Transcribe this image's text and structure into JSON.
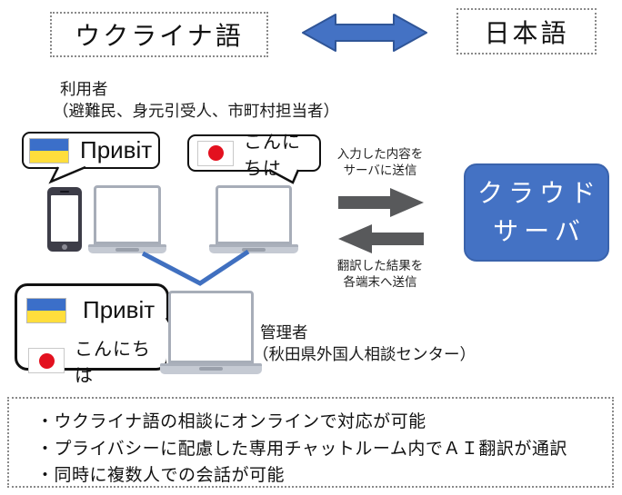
{
  "header": {
    "left_language": "ウクライナ語",
    "right_language": "日本語"
  },
  "users": {
    "label": "利用者",
    "detail": "（避難民、身元引受人、市町村担当者）"
  },
  "greetings": {
    "ukrainian": "Привіт",
    "japanese": "こんにちは"
  },
  "transfer": {
    "upload_line1": "入力した内容を",
    "upload_line2": "サーバに送信",
    "download_line1": "翻訳した結果を",
    "download_line2": "各端末へ送信"
  },
  "server": {
    "line1": "クラウド",
    "line2": "サーバ"
  },
  "admin": {
    "label": "管理者",
    "detail": "（秋田県外国人相談センター）"
  },
  "features": {
    "items": [
      "・ウクライナ語の相談にオンラインで対応が可能",
      "・プライバシーに配慮した専用チャットルーム内でＡＩ翻訳が通訳",
      "・同時に複数人での会話が可能"
    ]
  },
  "colors": {
    "accent_blue": "#4472C4",
    "arrow_gray": "#58595B",
    "ukraine_flag_blue": "#3B6FC9",
    "ukraine_flag_yellow": "#FFDE3C",
    "japan_flag_red": "#E3111F",
    "server_text_color": "#FFFFFF"
  }
}
